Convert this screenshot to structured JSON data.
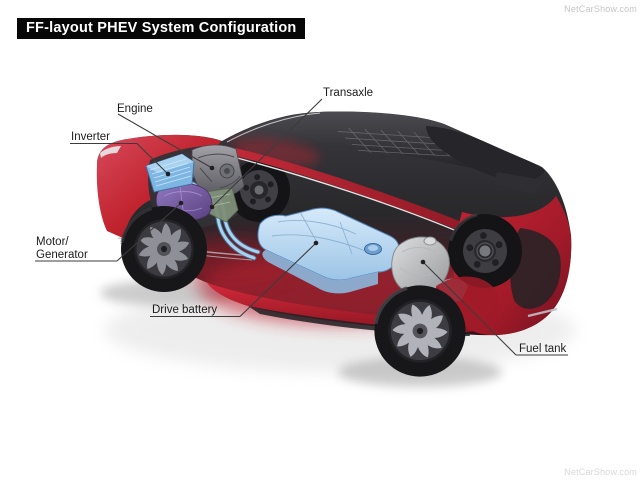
{
  "title_bar": {
    "text": "FF-layout PHEV System Configuration"
  },
  "watermarks": {
    "top_right": "NetCarShow.com",
    "bottom_right": "NetCarShow.com"
  },
  "diagram": {
    "type": "cutaway-vehicle-diagram",
    "labels": {
      "engine": "Engine",
      "inverter": "Inverter",
      "transaxle": "Transaxle",
      "motor_generator_line1": "Motor/",
      "motor_generator_line2": "Generator",
      "drive_battery": "Drive battery",
      "fuel_tank": "Fuel tank"
    },
    "colors": {
      "title_bg": "#070707",
      "title_text": "#ffffff",
      "label_text": "#1c1c1c",
      "leader_line": "#3c3c3c",
      "watermark_gray": "#c5c5c5",
      "body_red": "#c1242f",
      "body_red_bright": "#d43a4b",
      "body_red_dark": "#6e1420",
      "roof_charcoal": "#2e2e32",
      "inverter_blue": "#7db6e3",
      "battery_blue": "#badcf5",
      "piping_blue": "#9fd0ef",
      "motor_purple": "#7a5fa8",
      "transaxle_green": "#7e8f78",
      "engine_gray": "#85858b",
      "fuel_tank_silver": "#c9cbcc",
      "tire_black": "#17171a"
    }
  }
}
